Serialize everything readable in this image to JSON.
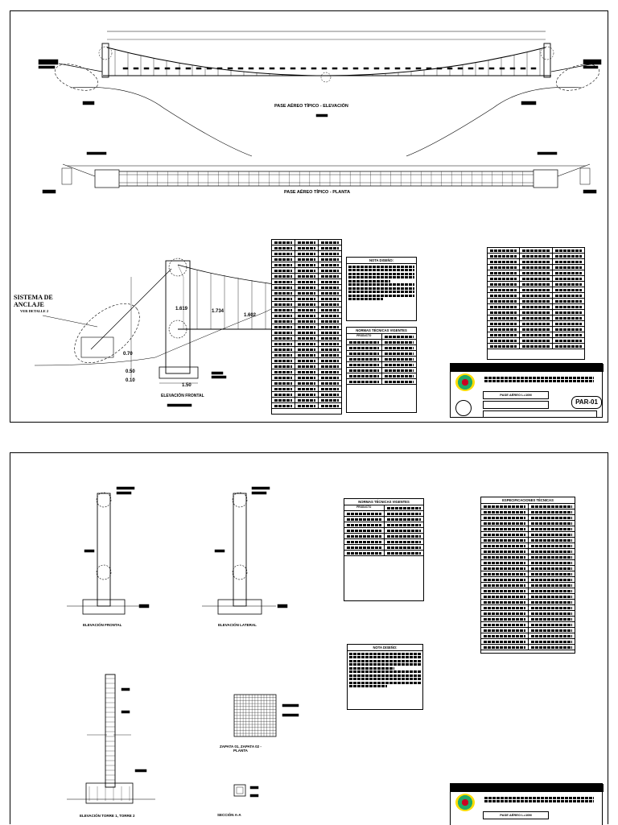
{
  "sheet1": {
    "elevation_title": "PASE AÉREO TÍPICO - ELEVACIÓN",
    "plan_title": "PASE AÉREO TÍPICO - PLANTA",
    "anchor_label": "SISTEMA DE\nANCLAJE",
    "anchor_sub": "VER DETALLE 2",
    "front_elevation_title": "ELEVACIÓN FRONTAL",
    "dims": {
      "d1": "1.619",
      "d2": "1.734",
      "d3": "1.602",
      "d4": "0.70",
      "d5": "0.50",
      "d6": "0.10",
      "d7": "1.50"
    },
    "nota_title": "NOTA DISEÑO:",
    "normas_title": "NORMAS TÉCNICAS VIGENTES",
    "normas_col1": "PRODUCTO",
    "title_block_code": "PAR-01",
    "title_block_line": "PASE AÉREO L=10M"
  },
  "sheet2": {
    "front_elevation_title": "ELEVACIÓN FRONTAL",
    "lateral_elevation_title": "ELEVACIÓN LATERAL",
    "normas_title": "NORMAS TÉCNICAS VIGENTES",
    "normas_col1": "PRODUCTO",
    "especificaciones_title": "ESPECIFICACIONES TÉCNICAS",
    "nota_title": "NOTA DISEÑO:",
    "zapata_title": "ZAPATA 01, ZAPATA 02 -\nPLANTA",
    "elevacion_torre_title": "ELEVACIÓN TORRE 1, TORRE 2",
    "seccion_title": "SECCIÓN A-A",
    "title_block_line": "PASE AÉREO L=10M"
  }
}
